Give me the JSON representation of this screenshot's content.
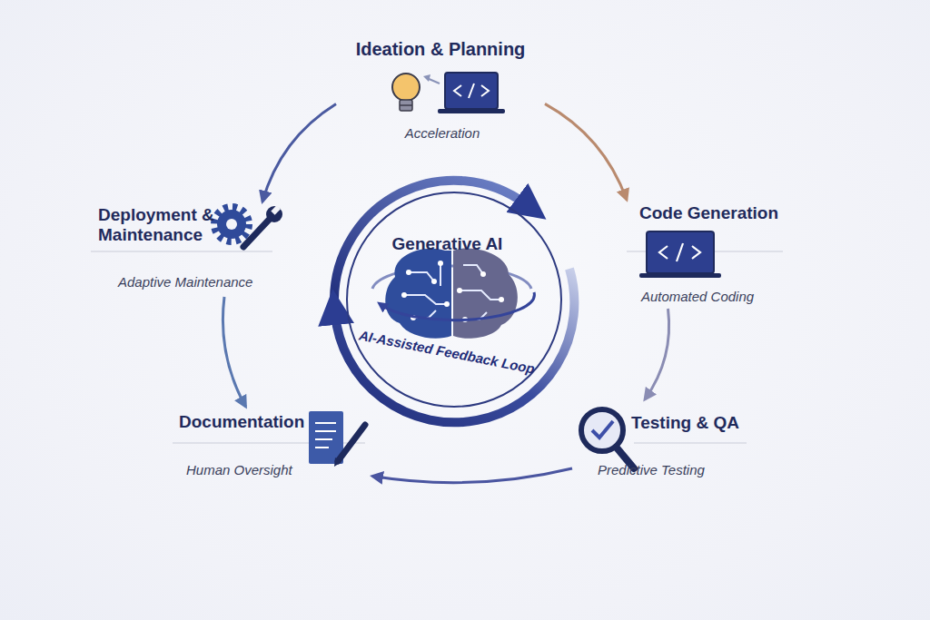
{
  "diagram": {
    "nodes": [
      {
        "text": [
          "Ideation & Planning",
          "Acceleration"
        ]
      },
      {
        "text": [
          "Deployment & Maintenance",
          "Adaptive Maintenance"
        ]
      },
      {
        "text": [
          "Code Generation",
          "Automated Coding"
        ]
      },
      {
        "text": [
          "Generative AI",
          "AI-Assisted Feedback Loop"
        ]
      },
      {
        "text": [
          "Documentation",
          "Human Oversight"
        ]
      },
      {
        "text": [
          "Testing & QA",
          "Predictive Testing"
        ]
      }
    ],
    "edges": [
      {
        "from": 0,
        "to": 2,
        "arrow": "to"
      },
      {
        "from": 0,
        "to": 1,
        "arrow": "to"
      },
      {
        "from": 1,
        "to": 4,
        "arrow": "to"
      },
      {
        "from": 2,
        "to": 5,
        "arrow": "to"
      },
      {
        "from": 5,
        "to": 4,
        "arrow": "to"
      }
    ]
  }
}
